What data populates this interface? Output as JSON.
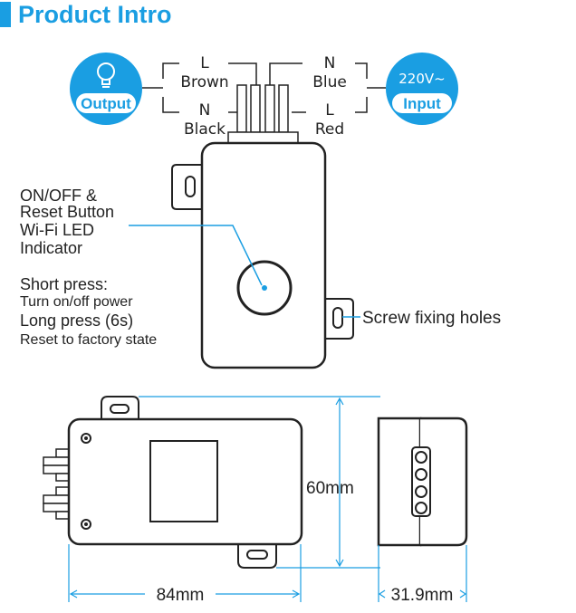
{
  "header": {
    "title": "Product Intro"
  },
  "badges": {
    "output": "Output",
    "input_voltage": "220V~",
    "input": "Input"
  },
  "wires": {
    "left_top_letter": "L",
    "left_top_color": "Brown",
    "left_bottom_letter": "N",
    "left_bottom_color": "Black",
    "right_top_letter": "N",
    "right_top_color": "Blue",
    "right_bottom_letter": "L",
    "right_bottom_color": "Red"
  },
  "button_label": {
    "line1": "ON/OFF &",
    "line2": "Reset Button",
    "line3": "Wi-Fi LED",
    "line4": "Indicator"
  },
  "press_info": {
    "short_title": "Short press:",
    "short_desc": "Turn on/off power",
    "long_title": "Long press (6s)",
    "long_desc": "Reset to factory state"
  },
  "screw_label": "Screw fixing holes",
  "dimensions": {
    "height": "60mm",
    "width": "84mm",
    "depth": "31.9mm"
  },
  "colors": {
    "accent": "#1a9ee2",
    "line": "#222222"
  },
  "icons": {
    "output": "light-bulb-icon"
  }
}
